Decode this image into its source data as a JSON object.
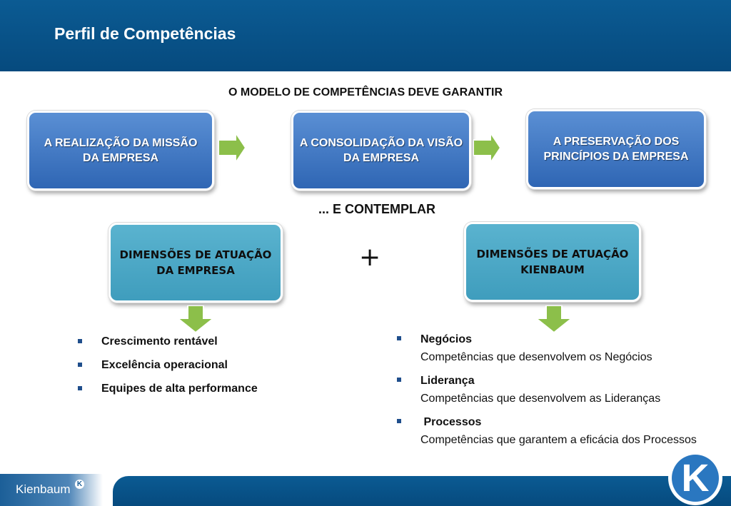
{
  "header": {
    "title": "Perfil de Competências"
  },
  "section1": {
    "heading": "O MODELO DE COMPETÊNCIAS DEVE GARANTIR"
  },
  "boxes_top": [
    "A REALIZAÇÃO DA MISSÃO DA EMPRESA",
    "A CONSOLIDAÇÃO DA VISÃO DA EMPRESA",
    "A PRESERVAÇÃO DOS PRINCÍPIOS DA EMPRESA"
  ],
  "section2": {
    "heading": "... E CONTEMPLAR",
    "plus": "+"
  },
  "boxes_bottom": [
    "DIMENSÕES DE ATUAÇÃO DA EMPRESA",
    "DIMENSÕES DE ATUAÇÃO KIENBAUM"
  ],
  "left_list": [
    "Crescimento rentável",
    "Excelência operacional",
    "Equipes de alta performance"
  ],
  "right_list": [
    {
      "title": "Negócios",
      "desc": "Competências que desenvolvem os Negócios"
    },
    {
      "title": "Liderança",
      "desc": "Competências que desenvolvem as Lideranças"
    },
    {
      "title": " Processos",
      "desc": "Competências que garantem a eficácia dos Processos"
    }
  ],
  "footer": {
    "brand": "Kienbaum",
    "brand_mark": "K",
    "logo_letter": "K"
  },
  "colors": {
    "header_blue": "#064a7e",
    "box_blue": "#2f66b4",
    "box_teal": "#4aa8c6",
    "arrow_green": "#8cbf4a"
  },
  "icons": [
    "right-arrow-icon",
    "down-arrow-icon",
    "square-bullet-icon"
  ]
}
